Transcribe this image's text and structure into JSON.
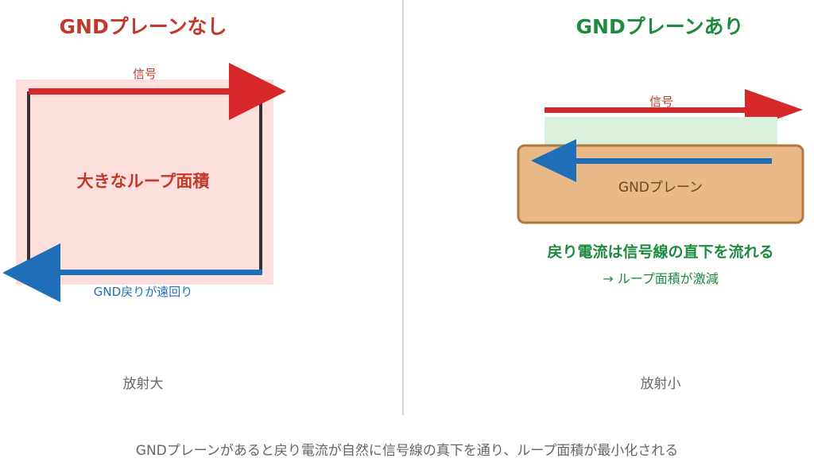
{
  "left_panel": {
    "title": "GNDプレーンなし",
    "signal_label": "信号",
    "loop_label": "大きなループ面積",
    "return_label": "GND戻りが遠回り",
    "footer": "放射大"
  },
  "right_panel": {
    "title": "GNDプレーンあり",
    "signal_label": "信号",
    "plane_label": "GNDプレーン",
    "note_main": "戻り電流は信号線の直下を流れる",
    "note_sub": "→ ループ面積が激減",
    "footer": "放射小"
  },
  "caption": "GNDプレーンがあると戻り電流が自然に信号線の真下を通り、ループ面積が最小化される",
  "colors": {
    "title_red": "#c0392b",
    "title_green": "#1e8a3e",
    "signal_red": "#d62828",
    "return_blue": "#1f6fb8",
    "loop_fill": "#fde0de",
    "plane_fill": "#e8b887",
    "plane_stroke": "#b07a3c",
    "signal_zone": "#d9f0dc",
    "divider": "#d6d6d6",
    "muted_text": "#666666"
  }
}
